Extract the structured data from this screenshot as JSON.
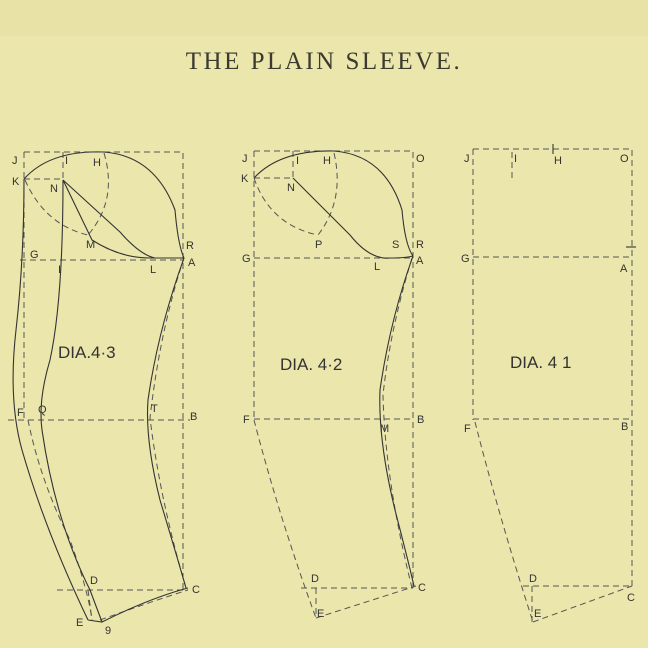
{
  "title": "THE PLAIN SLEEVE.",
  "diagrams": [
    {
      "caption": "DIA.4·3",
      "labels": {
        "J": "J",
        "I": "I",
        "H": "H",
        "K": "K",
        "N": "N",
        "M": "M",
        "R": "R",
        "G": "G",
        "I2": "I",
        "L": "L",
        "A": "A",
        "F": "F",
        "Q": "Q",
        "T": "T",
        "B": "B",
        "D": "D",
        "C": "C",
        "E": "E",
        "nine": "9"
      }
    },
    {
      "caption": "DIA. 4·2",
      "labels": {
        "J": "J",
        "I": "I",
        "H": "H",
        "O": "O",
        "K": "K",
        "N": "N",
        "P": "P",
        "S": "S",
        "R": "R",
        "G": "G",
        "L": "L",
        "A": "A",
        "F": "F",
        "M": "M",
        "B": "B",
        "D": "D",
        "C": "C",
        "E": "E"
      }
    },
    {
      "caption": "DIA. 4 1",
      "labels": {
        "J": "J",
        "I": "I",
        "H": "H",
        "O": "O",
        "G": "G",
        "A": "A",
        "F": "F",
        "B": "B",
        "D": "D",
        "C": "C",
        "E": "E"
      }
    }
  ]
}
